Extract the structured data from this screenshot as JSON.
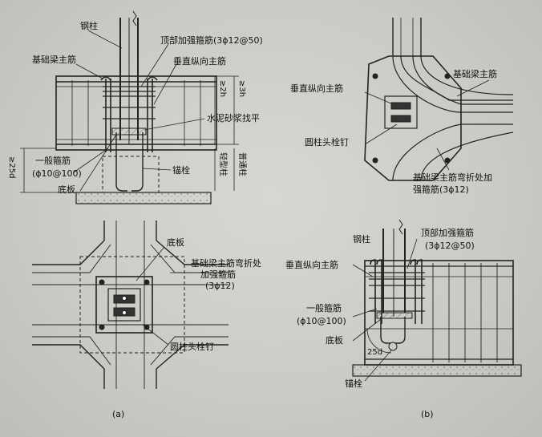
{
  "panel_a": {
    "elevation": {
      "steel_column": "钢柱",
      "top_stirrup": "顶部加强箍筋(3ϕ12@50)",
      "foundation_beam_main_rebar": "基础梁主筋",
      "vertical_main_rebar": "垂直纵向主筋",
      "dim_2h": "≥2h",
      "dim_3h": "≥3h",
      "cement_mortar": "水泥砂浆找平",
      "dim_25d": "≥25d",
      "general_stirrup_1": "一般箍筋",
      "general_stirrup_2": "(ϕ10@100)",
      "light_column": "轻型柱",
      "normal_column": "普通柱",
      "anchor_bolt": "锚栓",
      "base_plate": "底板"
    },
    "plan": {
      "base_plate": "底板",
      "bend_stirrup_1": "基础梁主筋弯折处",
      "bend_stirrup_2": "加强箍筋",
      "bend_stirrup_3": "(3ϕ12)",
      "stud": "圆柱头栓钉"
    },
    "caption": "(a)"
  },
  "panel_b": {
    "plan": {
      "foundation_beam_main_rebar": "基础梁主筋",
      "vertical_main_rebar": "垂直纵向主筋",
      "stud": "圆柱头栓钉",
      "bend_stirrup_1": "基础梁主筋弯折处加",
      "bend_stirrup_2": "强箍筋(3ϕ12)"
    },
    "elevation": {
      "steel_column": "钢柱",
      "top_stirrup_1": "顶部加强箍筋",
      "top_stirrup_2": "(3ϕ12@50)",
      "vertical_main_rebar": "垂直纵向主筋",
      "general_stirrup_1": "一般箍筋",
      "general_stirrup_2": "(ϕ10@100)",
      "base_plate": "底板",
      "dim_25d": "25d",
      "anchor_bolt": "锚栓"
    },
    "caption": "(b)"
  }
}
